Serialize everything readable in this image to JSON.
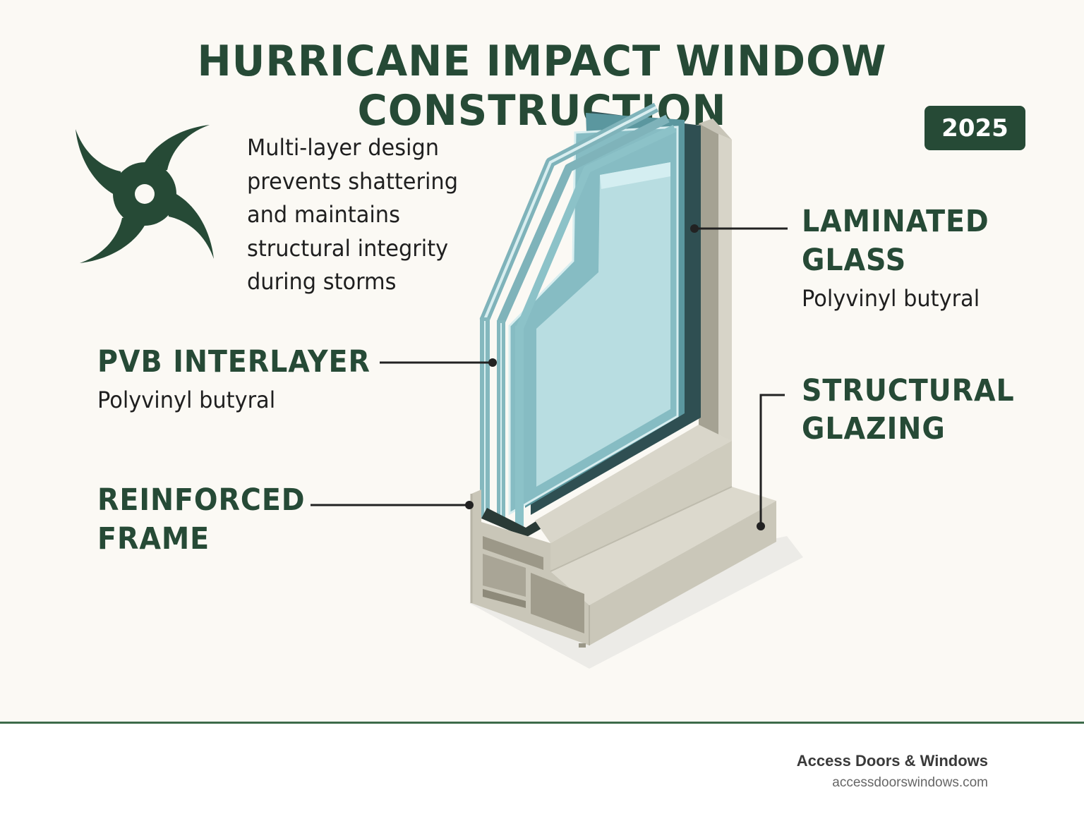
{
  "title": "HURRICANE IMPACT WINDOW CONSTRUCTION",
  "year_badge": "2025",
  "intro_text": "Multi-layer design prevents shattering and maintains structural integrity during storms",
  "labels": {
    "pvb_interlayer": {
      "heading": "PVB INTERLAYER",
      "subtitle": "Polyvinyl butyral"
    },
    "reinforced_frame": {
      "heading_line1": "REINFORCED",
      "heading_line2": "FRAME"
    },
    "laminated_glass": {
      "heading_line1": "LAMINATED",
      "heading_line2": "GLASS",
      "subtitle": "Polyvinyl butyral"
    },
    "structural_glazing": {
      "heading_line1": "STRUCTURAL",
      "heading_line2": "GLAZING"
    }
  },
  "footer": {
    "company": "Access Doors & Windows",
    "website": "accessdoorswindows.com"
  },
  "icons": {
    "hurricane": "hurricane-icon",
    "logo": "sun-icon"
  },
  "colors": {
    "brand_green": "#264a36",
    "background": "#fbf9f4",
    "glass_teal": "#5d9aa2",
    "frame_beige": "#d6d3c8",
    "sun_yellow": "#e9ac2a"
  }
}
